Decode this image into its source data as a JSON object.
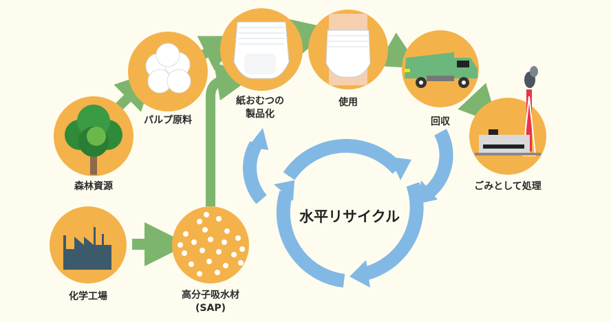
{
  "title": "水平リサイクル",
  "colors": {
    "background": "#fdfcef",
    "node_circle": "#f4b24a",
    "flow_arrow": "#7db56f",
    "recycle_arrow": "#82b8e4"
  },
  "nodes": [
    {
      "id": "forest",
      "label": "森林資源",
      "icon": "tree-icon"
    },
    {
      "id": "pulp",
      "label": "パルプ原料",
      "icon": "cotton-pulp-icon"
    },
    {
      "id": "product",
      "label_line1": "紙おむつの",
      "label_line2": "製品化",
      "icon": "diaper-icon"
    },
    {
      "id": "use",
      "label": "使用",
      "icon": "worn-diaper-icon"
    },
    {
      "id": "collect",
      "label": "回収",
      "icon": "garbage-truck-icon"
    },
    {
      "id": "disposal",
      "label": "ごみとして処理",
      "icon": "incinerator-icon"
    },
    {
      "id": "chemical",
      "label": "化学工場",
      "icon": "factory-icon"
    },
    {
      "id": "sap",
      "label_line1": "高分子吸水材",
      "label_line2": "(SAP)",
      "icon": "sap-beads-icon"
    }
  ],
  "flows": [
    {
      "from": "forest",
      "to": "pulp"
    },
    {
      "from": "pulp",
      "to": "product"
    },
    {
      "from": "product",
      "to": "use"
    },
    {
      "from": "use",
      "to": "collect"
    },
    {
      "from": "collect",
      "to": "disposal"
    },
    {
      "from": "chemical",
      "to": "sap"
    },
    {
      "from": "sap",
      "to": "product"
    }
  ],
  "recycle_loop": {
    "label": "水平リサイクル",
    "from": "collect",
    "to": "product"
  }
}
